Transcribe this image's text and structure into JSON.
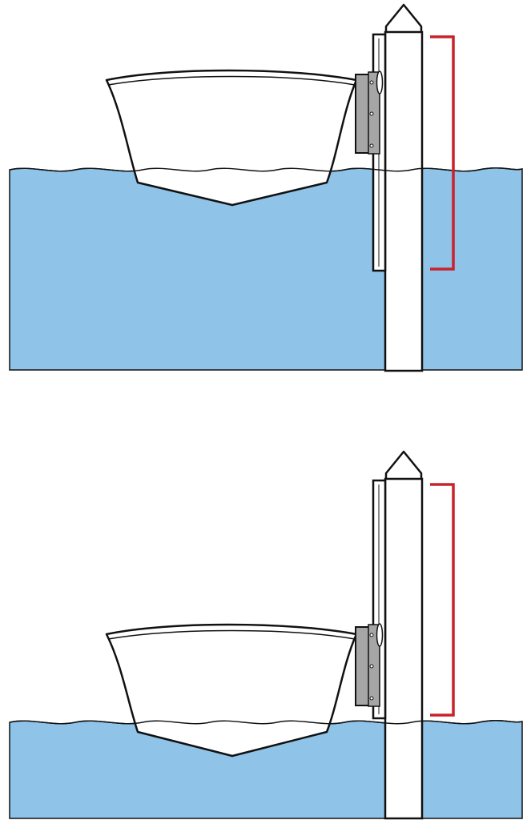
{
  "figure": {
    "panels": [
      {
        "id": "high-water",
        "boat_raised_on_slide": true,
        "water_level": "high",
        "bracket_shown": true
      },
      {
        "id": "low-water",
        "boat_raised_on_slide": false,
        "water_level": "low",
        "bracket_shown": true
      }
    ],
    "colors": {
      "water": "#8fc3e8",
      "outline": "#111111",
      "boat": "#ffffff",
      "piling": "#ffffff",
      "slide_bracket": "#a6a6a6",
      "travel_range_marker": "#c8232c"
    }
  }
}
